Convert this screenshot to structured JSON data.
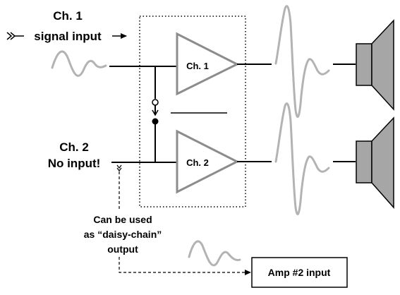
{
  "labels": {
    "ch1_title": "Ch. 1",
    "ch1_sub": "signal input",
    "ch2_title": "Ch. 2",
    "ch2_sub": "No input!",
    "amp1": "Ch. 1",
    "amp2": "Ch. 2",
    "daisy_line1": "Can be used",
    "daisy_line2": "as “daisy-chain”",
    "daisy_line3": "output",
    "amp2_input_box": "Amp #2 input"
  },
  "colors": {
    "waveform": "#b3b3b3",
    "amplifier_outline": "#8c8c8c",
    "speaker_fill": "#a6a6a6"
  }
}
